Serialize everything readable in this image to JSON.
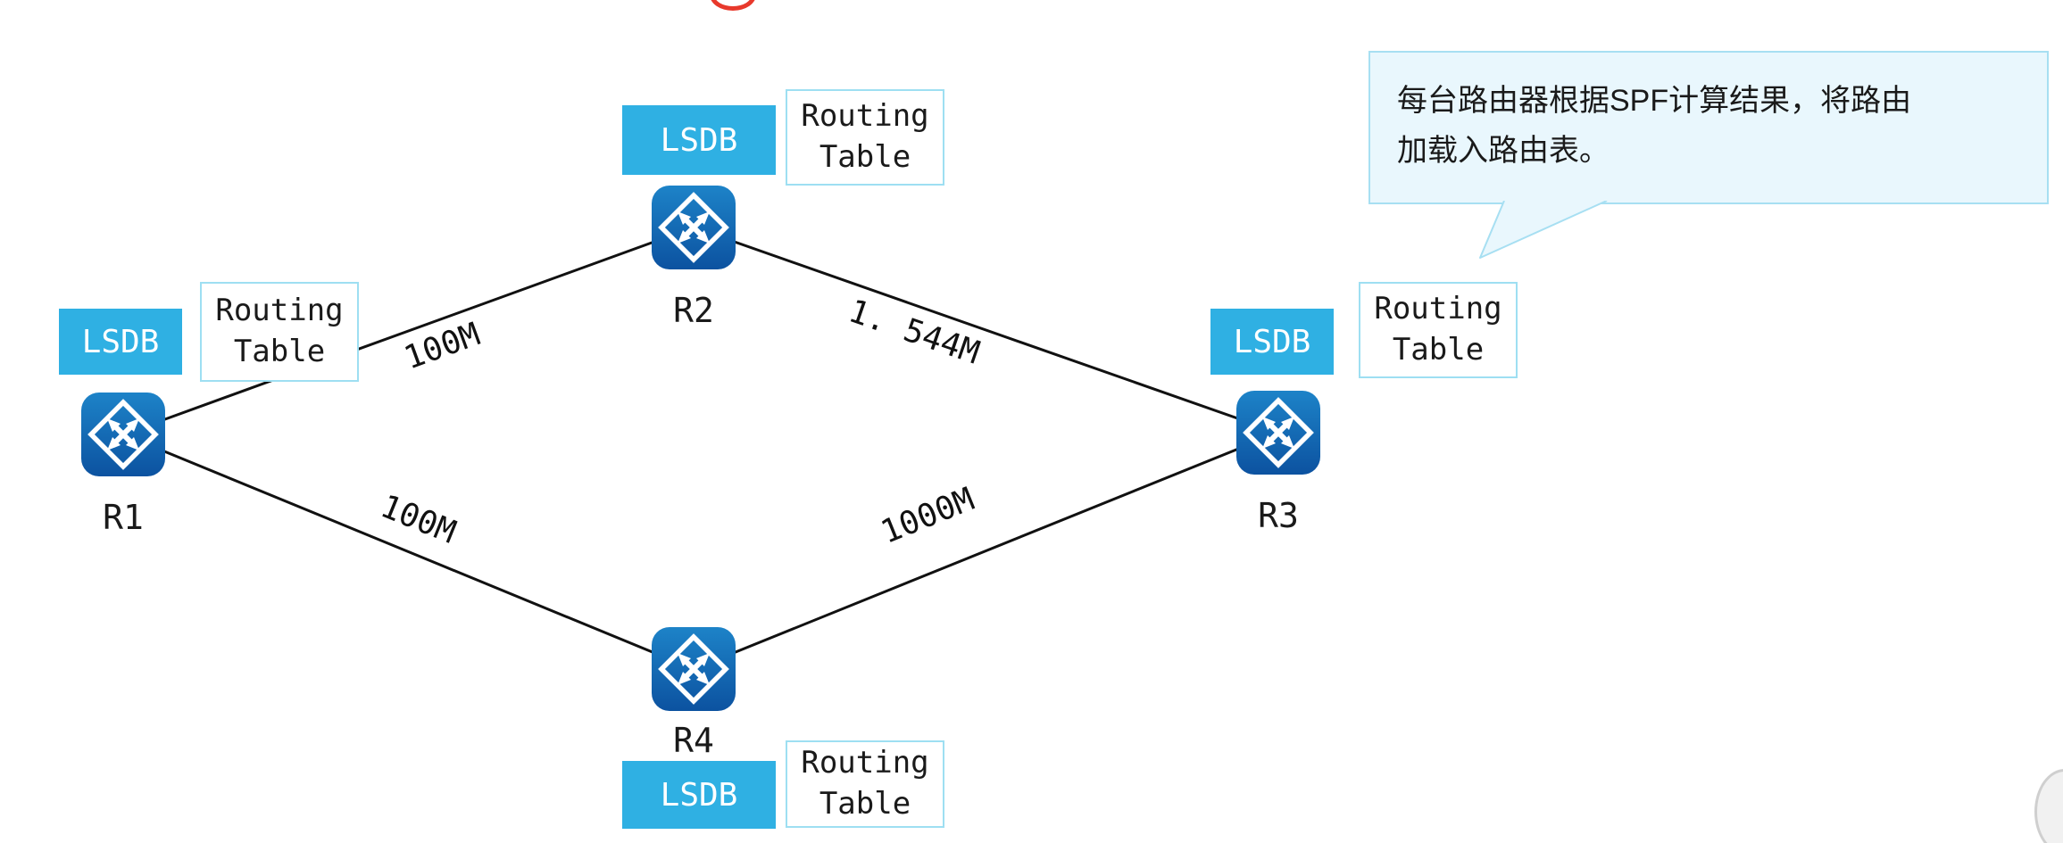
{
  "callout": {
    "line1": "每台路由器根据SPF计算结果，将路由",
    "line2": "加载入路由表。"
  },
  "routers": [
    {
      "name": "R1",
      "lsdb": "LSDB",
      "routing_table_line1": "Routing",
      "routing_table_line2": "Table"
    },
    {
      "name": "R2",
      "lsdb": "LSDB",
      "routing_table_line1": "Routing",
      "routing_table_line2": "Table"
    },
    {
      "name": "R3",
      "lsdb": "LSDB",
      "routing_table_line1": "Routing",
      "routing_table_line2": "Table"
    },
    {
      "name": "R4",
      "lsdb": "LSDB",
      "routing_table_line1": "Routing",
      "routing_table_line2": "Table"
    }
  ],
  "links": [
    {
      "endpoints": "R1-R2",
      "bandwidth": "100M"
    },
    {
      "endpoints": "R2-R3",
      "bandwidth": "1. 544M"
    },
    {
      "endpoints": "R1-R4",
      "bandwidth": "100M"
    },
    {
      "endpoints": "R4-R3",
      "bandwidth": "1000M"
    }
  ],
  "colors": {
    "router_blue_top": "#1d83c8",
    "router_blue_bottom": "#0c52a0",
    "lsdb_blue": "#2fb0e3",
    "callout_bg": "#e9f7fd",
    "callout_border": "#a7dff2",
    "link_black": "#111111"
  }
}
